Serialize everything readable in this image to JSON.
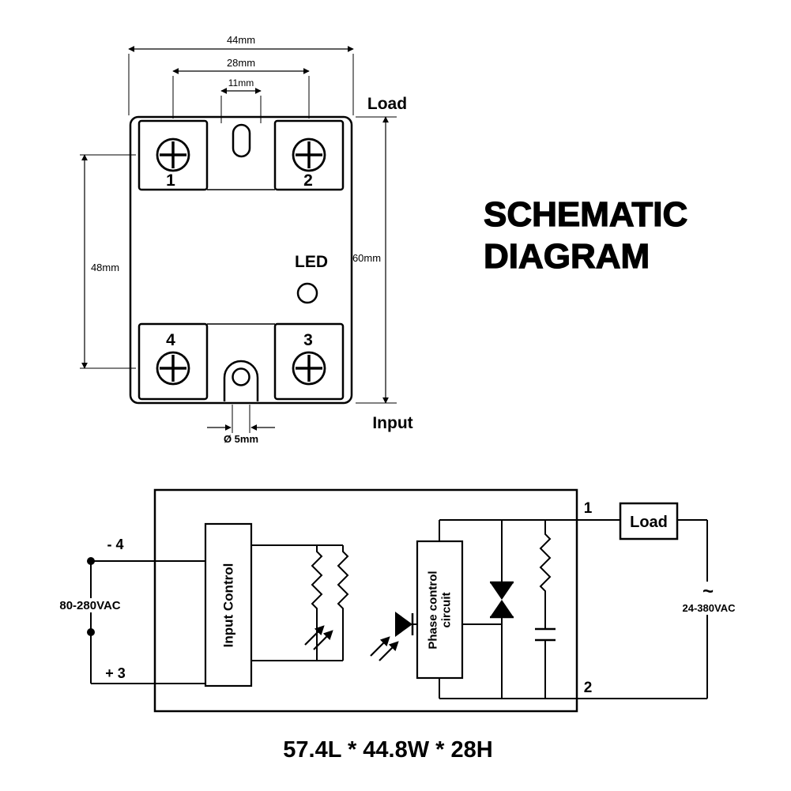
{
  "title": {
    "line1": "SCHEMATIC",
    "line2": "DIAGRAM"
  },
  "device": {
    "dim_top_width": "44mm",
    "dim_screw_spacing": "28mm",
    "dim_slot": "11mm",
    "dim_left_height": "48mm",
    "dim_right_height": "60mm",
    "dim_hole": "Ø 5mm",
    "load_label": "Load",
    "input_label": "Input",
    "led_label": "LED",
    "terminal_1": "1",
    "terminal_2": "2",
    "terminal_3": "3",
    "terminal_4": "4"
  },
  "circuit": {
    "terminal_1": "1",
    "terminal_2": "2",
    "terminal_neg": "- 4",
    "terminal_pos": "+ 3",
    "input_voltage": "80-280VAC",
    "output_voltage": "24-380VAC",
    "ac_symbol": "~",
    "input_control": "Input Control",
    "phase_control_line1": "Phase control",
    "phase_control_line2": "circuit",
    "load_label": "Load"
  },
  "footer": {
    "dimensions": "57.4L * 44.8W * 28H"
  }
}
